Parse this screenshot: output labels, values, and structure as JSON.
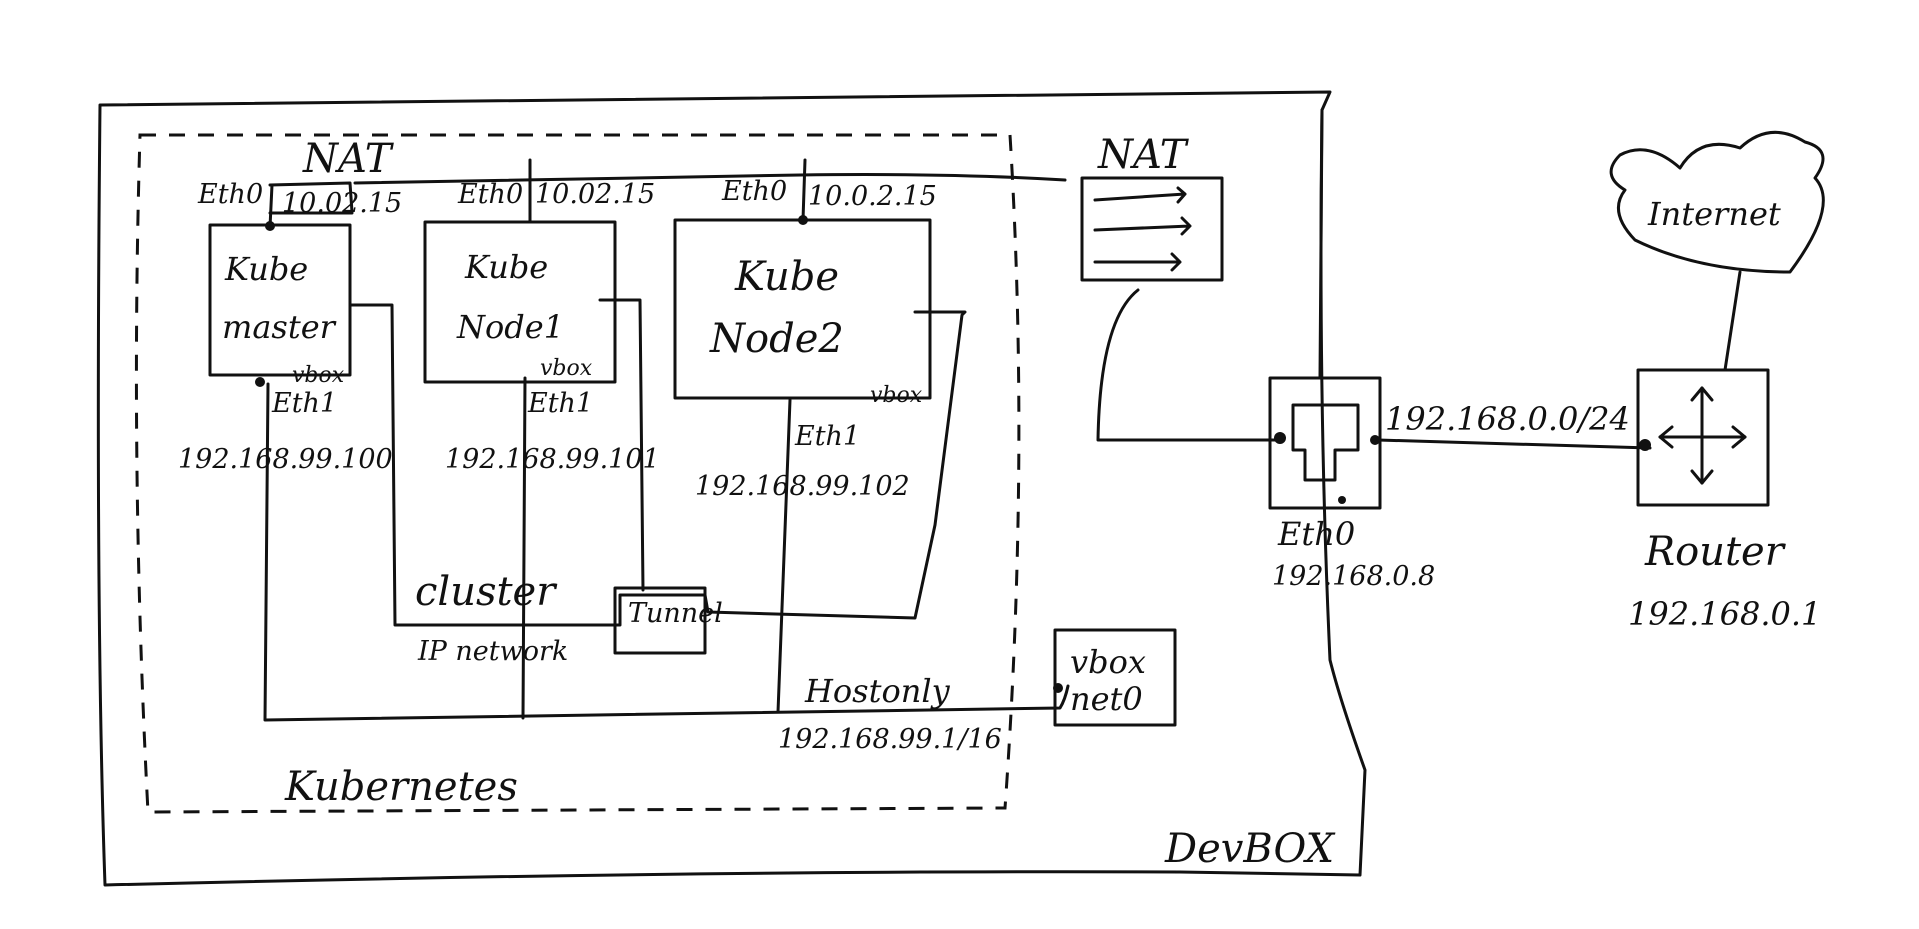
{
  "diagram": {
    "nat_top_label": "NAT",
    "kubernetes_label": "Kubernetes",
    "devbox_label": "DevBOX",
    "nodes": [
      {
        "name_line1": "Kube",
        "name_line2": "master",
        "eth0": "Eth0",
        "nat_ip": "10.02.15",
        "vbox": "vbox",
        "eth1": "Eth1",
        "host_ip": "192.168.99.100"
      },
      {
        "name_line1": "Kube",
        "name_line2": "Node1",
        "eth0": "Eth0",
        "nat_ip": "10.02.15",
        "vbox": "vbox",
        "eth1": "Eth1",
        "host_ip": "192.168.99.101"
      },
      {
        "name_line1": "Kube",
        "name_line2": "Node2",
        "eth0": "Eth0",
        "nat_ip": "10.0.2.15",
        "vbox": "vbox",
        "eth1": "Eth1",
        "host_ip": "192.168.99.102"
      }
    ],
    "cluster_label": "cluster",
    "ip_network_label": "IP network",
    "tunnel_label": "Tunnel",
    "hostonly_label": "Hostonly",
    "hostonly_net": "192.168.99.1/16",
    "vboxnet_line1": "vbox",
    "vboxnet_line2": "net0",
    "nat_box_label": "NAT",
    "host_eth0": "Eth0",
    "host_ip": "192.168.0.8",
    "lan_net": "192.168.0.0/24",
    "internet_label": "Internet",
    "router_label": "Router",
    "router_ip": "192.168.0.1"
  }
}
